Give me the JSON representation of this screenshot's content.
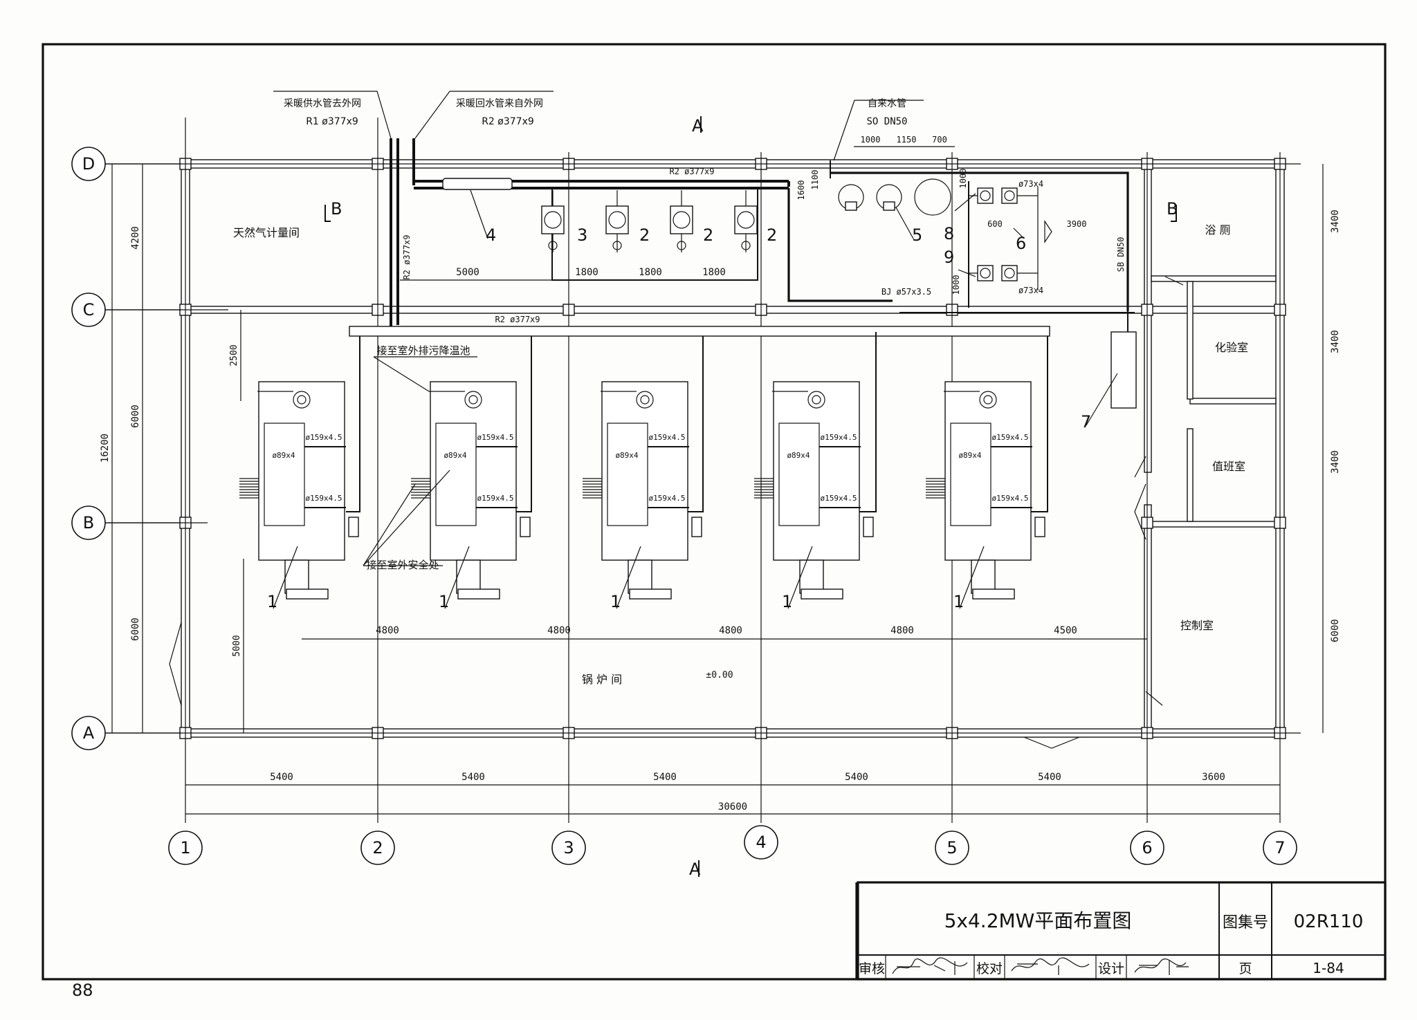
{
  "title_block": {
    "drawing_title": "5x4.2MW平面布置图",
    "atlas_label": "图集号",
    "atlas_number": "02R110",
    "review_label": "审核",
    "check_label": "校对",
    "design_label": "设计",
    "page_label": "页",
    "page_number": "1-84"
  },
  "page_footer_number": "88",
  "axes": {
    "columns": [
      "1",
      "2",
      "3",
      "4",
      "5",
      "6",
      "7"
    ],
    "rows": [
      "D",
      "C",
      "B",
      "A"
    ]
  },
  "dimensions": {
    "bottom_spans": [
      "5400",
      "5400",
      "5400",
      "5400",
      "5400",
      "3600"
    ],
    "bottom_total": "30600",
    "left_spans": [
      "4200",
      "6000",
      "6000"
    ],
    "left_total": "16200",
    "right_spans": [
      "3400",
      "3400",
      "3400",
      "6000"
    ],
    "boiler_spacing": [
      "4800",
      "4800",
      "4800",
      "4800",
      "4500"
    ],
    "pump_spacing": [
      "5000",
      "1800",
      "1800",
      "1800"
    ],
    "misc": {
      "d2500": "2500",
      "d5000": "5000",
      "d1600": "1600",
      "d1100": "1100",
      "d1000a": "1000",
      "d1150": "1150",
      "d700": "700",
      "d1000b": "1000",
      "d600": "600",
      "d3900": "3900",
      "d1000c": "1000"
    }
  },
  "rooms": {
    "gas_metering": "天然气计量间",
    "bath_toilet": "浴  厕",
    "lab": "化验室",
    "duty": "值班室",
    "control": "控制室",
    "boiler_room": "锅 炉 间",
    "elevation": "±0.00"
  },
  "labels": {
    "supply_out": "采暖供水管去外网",
    "supply_spec": "R1   ø377x9",
    "return_in": "采暖回水管来自外网",
    "return_spec": "R2   ø377x9",
    "tap_water": "自来水管",
    "tap_spec": "SO DN50",
    "r2_top": "R2 ø377x9",
    "r2_vertical": "R2 ø377x9",
    "r2_header": "R2 ø377x9",
    "bj_spec": "BJ ø57x3.5",
    "sb_spec": "SB DN50",
    "p73_top": "ø73x4",
    "p73_bottom": "ø73x4",
    "sewage": "接至室外排污降温池",
    "safety": "接至室外安全处",
    "boiler_pipe_upper": "ø159x4.5",
    "boiler_pipe_lower": "ø159x4.5",
    "boiler_pipe_small": "ø89x4"
  },
  "section_marks": {
    "a_top": "A",
    "a_bottom": "A",
    "b_left": "B",
    "b_right": "B"
  },
  "item_numbers": {
    "boiler": "1",
    "pump_a": "2",
    "pump_b": "2",
    "pump_c": "2",
    "pump_d": "3",
    "dirt_sep": "4",
    "tank": "5",
    "softener": "6",
    "dosing": "7",
    "pump_e": "8",
    "pump_f": "9"
  }
}
